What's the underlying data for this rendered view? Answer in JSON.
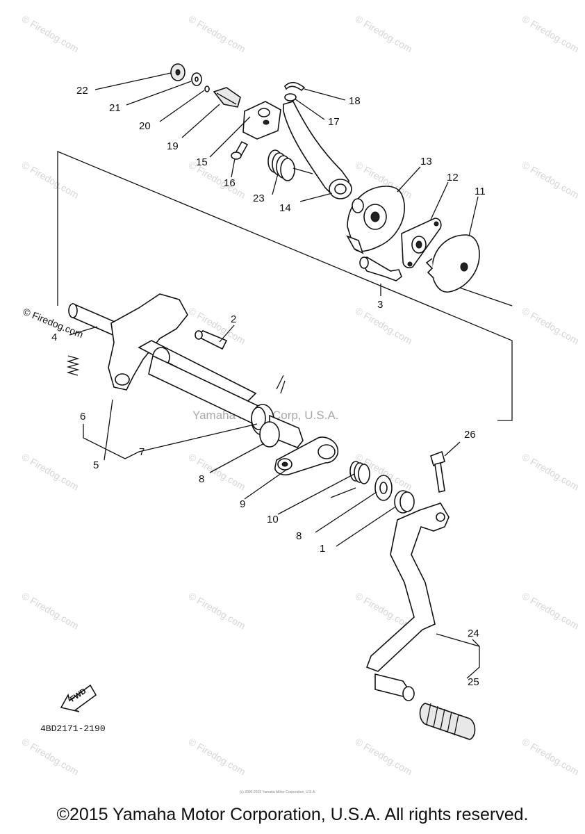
{
  "part_labels": [
    "22",
    "21",
    "20",
    "19",
    "15",
    "16",
    "23",
    "14",
    "18",
    "17",
    "13",
    "12",
    "11",
    "3",
    "2",
    "4",
    "6",
    "5",
    "7",
    "8",
    "9",
    "10",
    "8",
    "1",
    "26",
    "24",
    "25"
  ],
  "watermark_text": "© Firedog.com",
  "center_watermark": "Yamaha Motor Corp, U.S.A.",
  "diagram_code": "4BD2171-2190",
  "fwd_label": "FWD",
  "tiny_text": "(c) 2000-2015 Yamaha Motor Corporation, U.S.A.",
  "copyright": "©2015 Yamaha Motor Corporation, U.S.A. All rights reserved."
}
